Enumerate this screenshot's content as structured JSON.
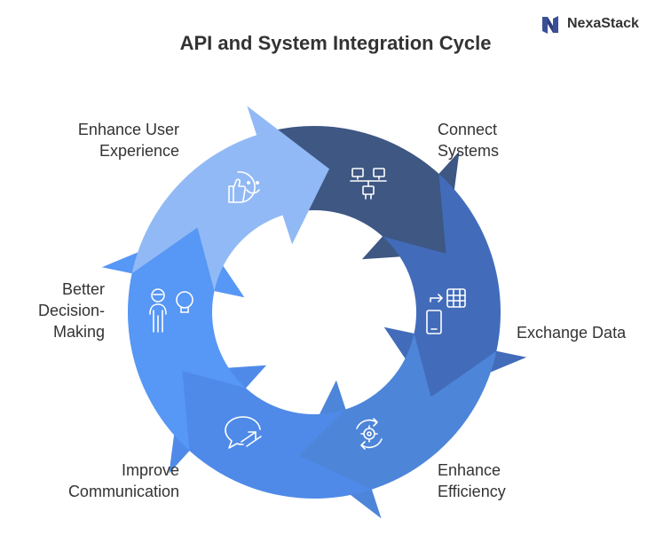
{
  "title": "API and System Integration Cycle",
  "brand": {
    "name": "NexaStack"
  },
  "colors": {
    "connect": "#3e5783",
    "exchange": "#426cba",
    "efficiency": "#4d85d9",
    "communication": "#4f8ae8",
    "decision": "#5797f5",
    "experience": "#91b9f5"
  },
  "steps": [
    {
      "label": "Connect\nSystems",
      "icon": "network-computers-icon",
      "color": "#3e5783"
    },
    {
      "label": "Exchange Data",
      "icon": "phone-spreadsheet-icon",
      "color": "#426cba"
    },
    {
      "label": "Enhance\nEfficiency",
      "icon": "gear-cycle-icon",
      "color": "#4d85d9"
    },
    {
      "label": "Improve\nCommunication",
      "icon": "speech-bubble-icon",
      "color": "#4f8ae8"
    },
    {
      "label": "Better\nDecision-\nMaking",
      "icon": "person-lightbulb-icon",
      "color": "#5797f5"
    },
    {
      "label": "Enhance User\nExperience",
      "icon": "smiley-thumbs-up-icon",
      "color": "#91b9f5"
    }
  ]
}
